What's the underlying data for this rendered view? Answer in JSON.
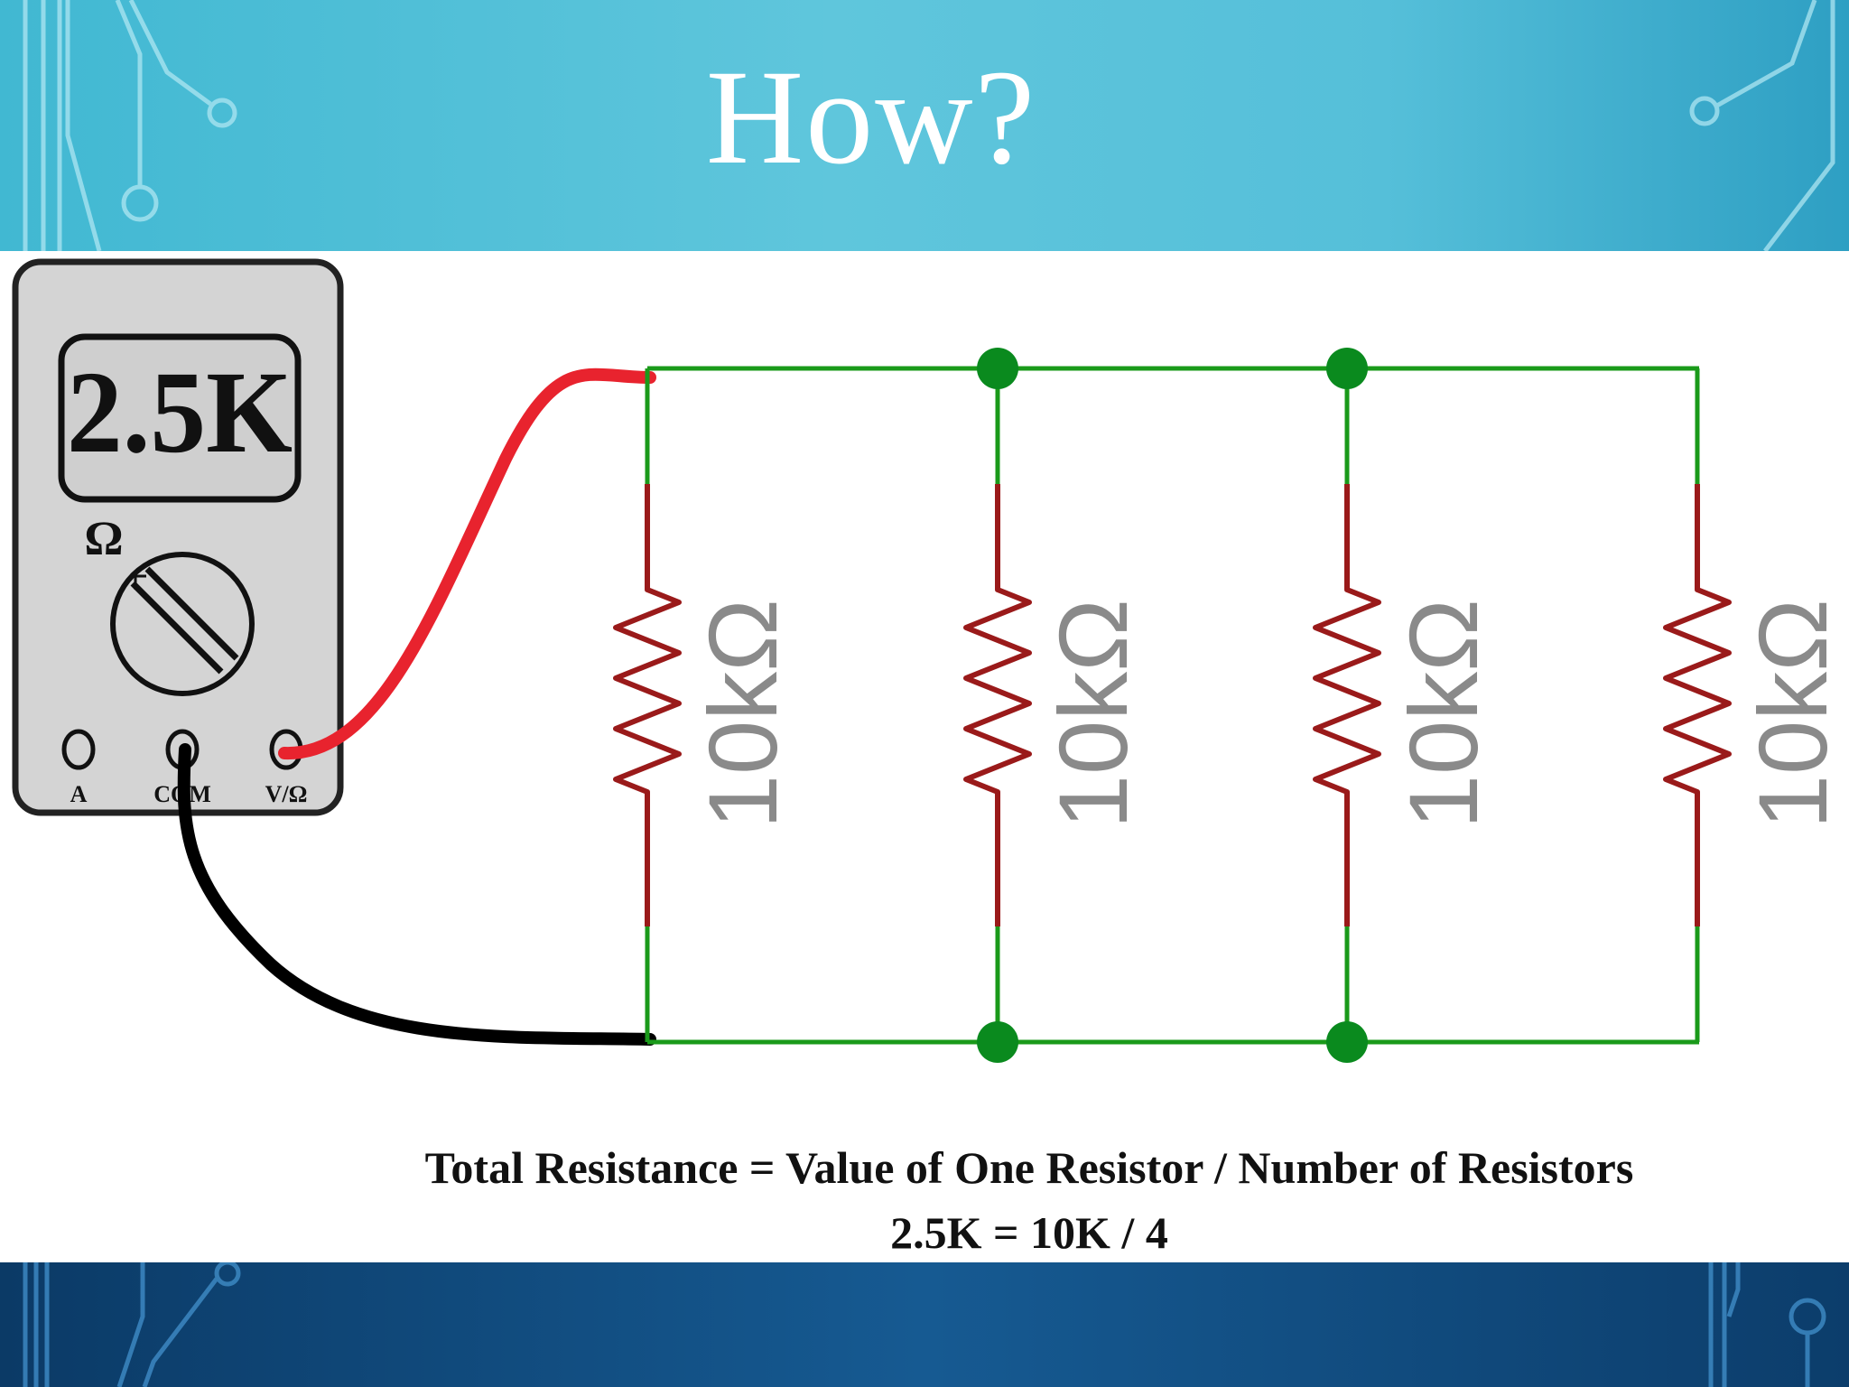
{
  "slide": {
    "title": "How?",
    "formula_line": "Total Resistance = Value of One Resistor / Number of Resistors",
    "example_line": "2.5K = 10K / 4"
  },
  "meter": {
    "reading": "2.5K",
    "mode_symbol": "Ω",
    "ports": [
      {
        "label": "A"
      },
      {
        "label": "COM"
      },
      {
        "label": "V/Ω"
      }
    ]
  },
  "circuit": {
    "topology": "parallel",
    "resistors": [
      {
        "label": "10kΩ"
      },
      {
        "label": "10kΩ"
      },
      {
        "label": "10kΩ"
      },
      {
        "label": "10kΩ"
      }
    ]
  },
  "colors": {
    "wire": "#1a9a1a",
    "resistor": "#9a1a1a",
    "probe_red": "#e8232e",
    "probe_black": "#000000",
    "junction": "#0a8a1e",
    "resistor_label": "#8a8a8a",
    "meter_body": "#d4d4d4"
  }
}
